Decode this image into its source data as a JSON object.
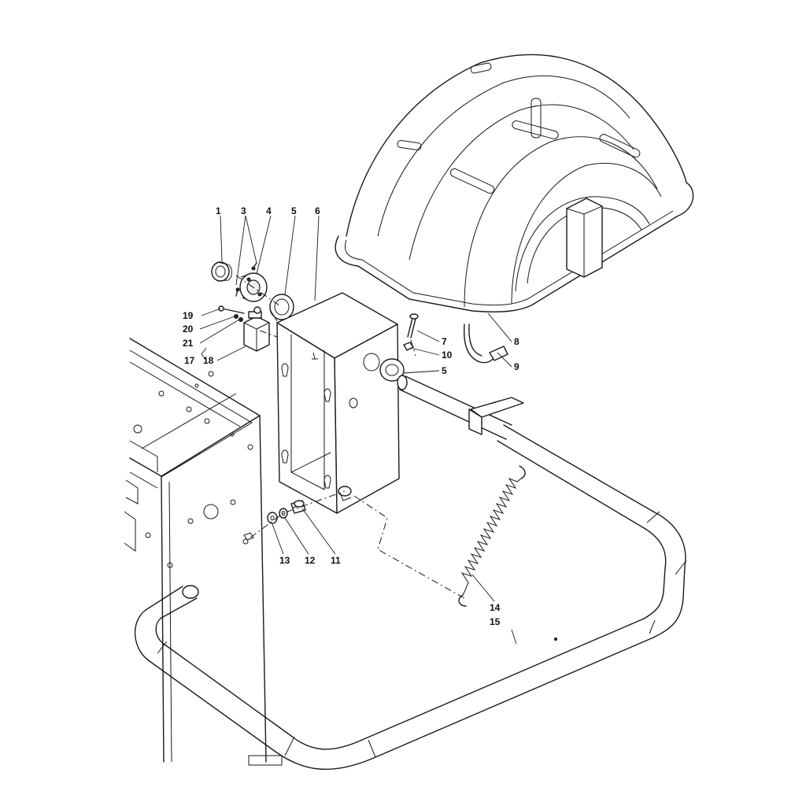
{
  "callouts": [
    {
      "id": "c1",
      "text": "1"
    },
    {
      "id": "c3",
      "text": "3"
    },
    {
      "id": "c4",
      "text": "4"
    },
    {
      "id": "c5a",
      "text": "5"
    },
    {
      "id": "c6",
      "text": "6"
    },
    {
      "id": "c19",
      "text": "19"
    },
    {
      "id": "c20",
      "text": "20"
    },
    {
      "id": "c21",
      "text": "21"
    },
    {
      "id": "c17",
      "text": "17"
    },
    {
      "id": "c18",
      "text": "18"
    },
    {
      "id": "c7",
      "text": "7"
    },
    {
      "id": "c10",
      "text": "10"
    },
    {
      "id": "c5b",
      "text": "5"
    },
    {
      "id": "c8",
      "text": "8"
    },
    {
      "id": "c9",
      "text": "9"
    },
    {
      "id": "c13",
      "text": "13"
    },
    {
      "id": "c12",
      "text": "12"
    },
    {
      "id": "c11",
      "text": "11"
    },
    {
      "id": "c14",
      "text": "14"
    },
    {
      "id": "c15",
      "text": "15"
    }
  ]
}
